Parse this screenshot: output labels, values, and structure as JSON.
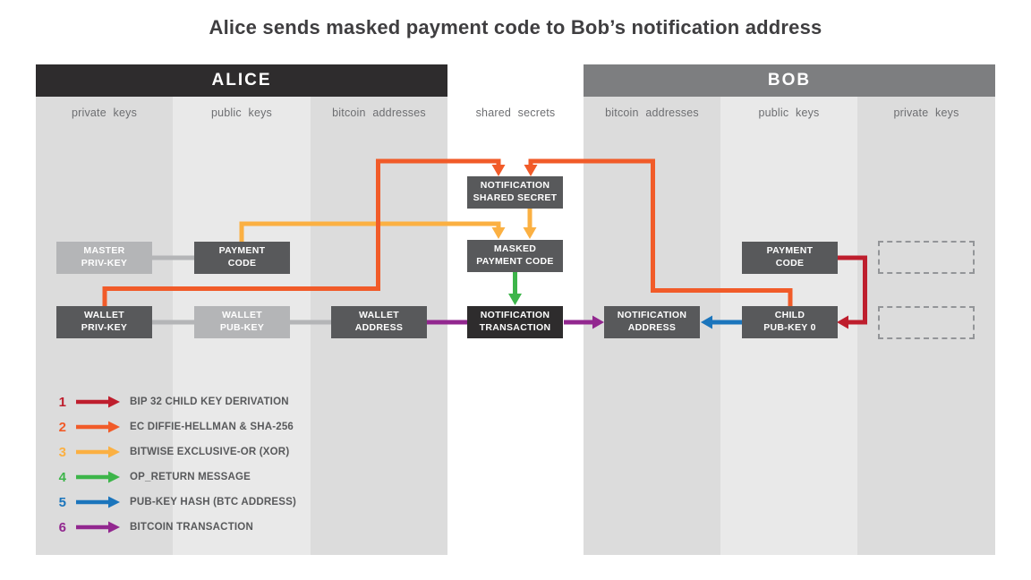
{
  "title": "Alice sends masked payment code to Bob’s notification address",
  "alice": {
    "header": "ALICE",
    "columns": [
      "private keys",
      "public keys",
      "bitcoin addresses"
    ]
  },
  "shared": {
    "column": "shared secrets"
  },
  "bob": {
    "header": "BOB",
    "columns": [
      "bitcoin addresses",
      "public keys",
      "private keys"
    ]
  },
  "boxes": {
    "master_priv_key": {
      "l1": "MASTER",
      "l2": "PRIV-KEY"
    },
    "payment_code_alice": {
      "l1": "PAYMENT",
      "l2": "CODE"
    },
    "wallet_priv_key": {
      "l1": "WALLET",
      "l2": "PRIV-KEY"
    },
    "wallet_pub_key": {
      "l1": "WALLET",
      "l2": "PUB-KEY"
    },
    "wallet_address": {
      "l1": "WALLET",
      "l2": "ADDRESS"
    },
    "notification_shared_secret": {
      "l1": "NOTIFICATION",
      "l2": "SHARED SECRET"
    },
    "masked_payment_code": {
      "l1": "MASKED",
      "l2": "PAYMENT CODE"
    },
    "notification_transaction": {
      "l1": "NOTIFICATION",
      "l2": "TRANSACTION"
    },
    "notification_address": {
      "l1": "NOTIFICATION",
      "l2": "ADDRESS"
    },
    "child_pub_key_0": {
      "l1": "CHILD",
      "l2": "PUB-KEY 0"
    },
    "payment_code_bob": {
      "l1": "PAYMENT",
      "l2": "CODE"
    }
  },
  "legend": [
    {
      "num": "1",
      "label": "BIP 32 CHILD KEY DERIVATION",
      "color": "#be1e2d"
    },
    {
      "num": "2",
      "label": "EC DIFFIE-HELLMAN & SHA-256",
      "color": "#f15b29"
    },
    {
      "num": "3",
      "label": "BITWISE EXCLUSIVE-OR (XOR)",
      "color": "#fbb042"
    },
    {
      "num": "4",
      "label": "OP_RETURN MESSAGE",
      "color": "#3db54a"
    },
    {
      "num": "5",
      "label": "PUB-KEY HASH (BTC ADDRESS)",
      "color": "#1b75bc"
    },
    {
      "num": "6",
      "label": "BITCOIN TRANSACTION",
      "color": "#92278f"
    }
  ],
  "colors": {
    "red": "#be1e2d",
    "orange": "#f15b29",
    "yellow": "#fbb042",
    "green": "#3db54a",
    "blue": "#1b75bc",
    "purple": "#92278f",
    "connector": "#b4b5b7"
  }
}
